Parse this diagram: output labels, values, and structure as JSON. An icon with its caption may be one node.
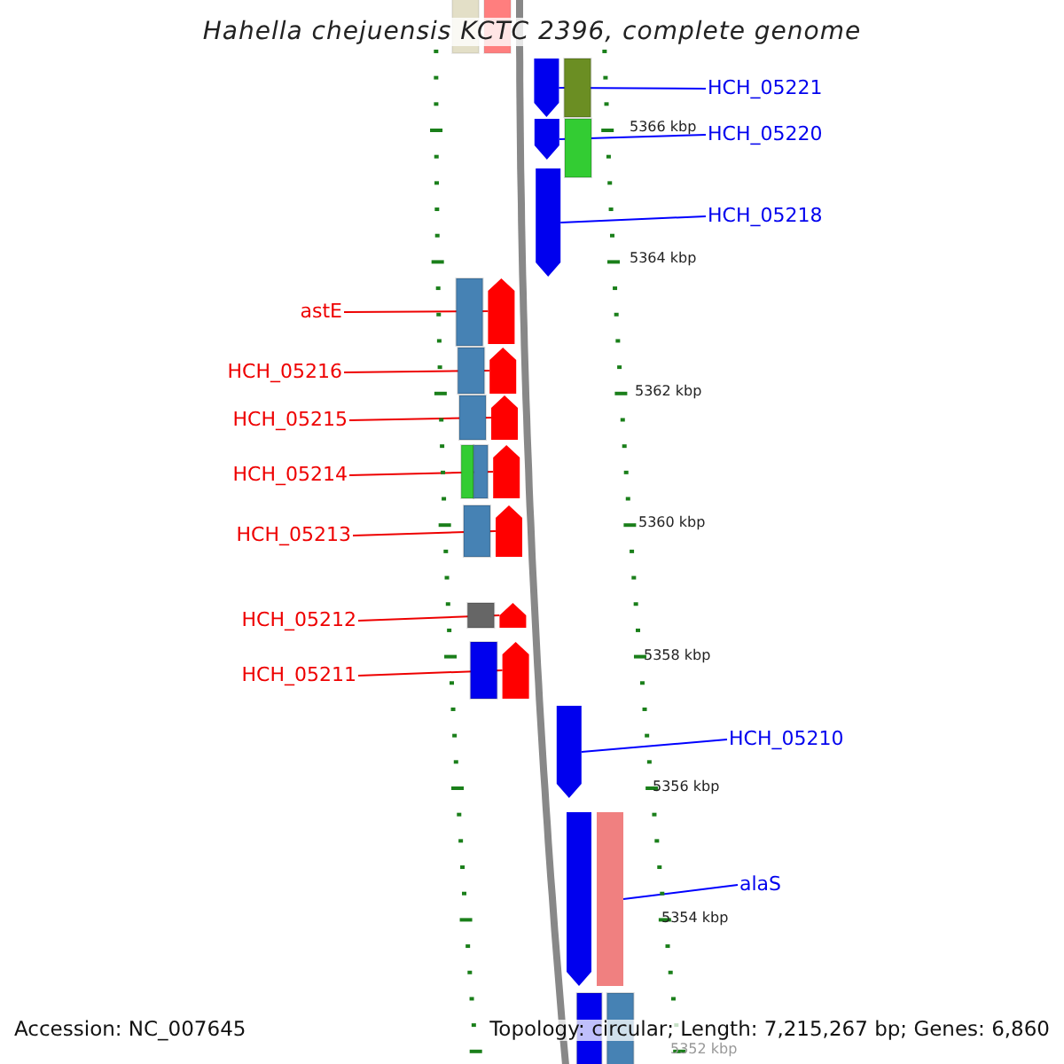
{
  "diagram": {
    "title": "Hahella chejuensis KCTC 2396, complete genome",
    "nodes": [
      {
        "text": [
          "HCH_05221"
        ]
      },
      {
        "text": [
          "HCH_05220"
        ]
      },
      {
        "text": [
          "HCH_05218"
        ]
      },
      {
        "text": [
          "astE"
        ]
      },
      {
        "text": [
          "HCH_05216"
        ]
      },
      {
        "text": [
          "HCH_05215"
        ]
      },
      {
        "text": [
          "HCH_05214"
        ]
      },
      {
        "text": [
          "HCH_05213"
        ]
      },
      {
        "text": [
          "HCH_05212"
        ]
      },
      {
        "text": [
          "HCH_05211"
        ]
      },
      {
        "text": [
          "HCH_05210"
        ]
      },
      {
        "text": [
          "alaS"
        ]
      },
      {
        "text": [],
        "shape": "bar"
      },
      {
        "text": [],
        "shape": "bar"
      },
      {
        "text": [],
        "shape": "bar"
      },
      {
        "text": [],
        "shape": "bar"
      },
      {
        "text": [],
        "shape": "bar"
      },
      {
        "text": [],
        "shape": "bar"
      },
      {
        "text": [],
        "shape": "bar"
      },
      {
        "text": [],
        "shape": "bar"
      },
      {
        "text": [],
        "shape": "bar"
      },
      {
        "text": [],
        "shape": "bar"
      },
      {
        "text": [],
        "shape": "bar"
      },
      {
        "text": [],
        "shape": "box"
      },
      {
        "text": [],
        "shape": "bar"
      }
    ],
    "edges": [
      {
        "from": 0,
        "to": 12,
        "arrow": "none",
        "color": "#0000ff"
      },
      {
        "from": 1,
        "to": 13,
        "arrow": "none",
        "color": "#0000ff"
      },
      {
        "from": 2,
        "to": 14,
        "arrow": "none",
        "color": "#0000ff"
      },
      {
        "from": 3,
        "to": 15,
        "arrow": "none"
      },
      {
        "from": 4,
        "to": 16,
        "arrow": "none"
      },
      {
        "from": 5,
        "to": 17,
        "arrow": "none"
      },
      {
        "from": 6,
        "to": 18,
        "arrow": "none"
      },
      {
        "from": 7,
        "to": 19,
        "arrow": "none"
      },
      {
        "from": 8,
        "to": 20,
        "arrow": "none"
      },
      {
        "from": 9,
        "to": 21,
        "arrow": "none"
      },
      {
        "from": 10,
        "to": 22,
        "arrow": "none",
        "color": "#0000ff"
      },
      {
        "from": 11,
        "to": 23,
        "arrow": "none",
        "color": "#0000ff"
      }
    ],
    "labels": [
      "5366 kbp",
      "5364 kbp",
      "5362 kbp",
      "5360 kbp",
      "5358 kbp",
      "5356 kbp",
      "5354 kbp",
      "Accession: NC_007645",
      "Topology: circular; Length: 7,215,267 bp; Genes: 6,860",
      "5352 kbp"
    ]
  }
}
